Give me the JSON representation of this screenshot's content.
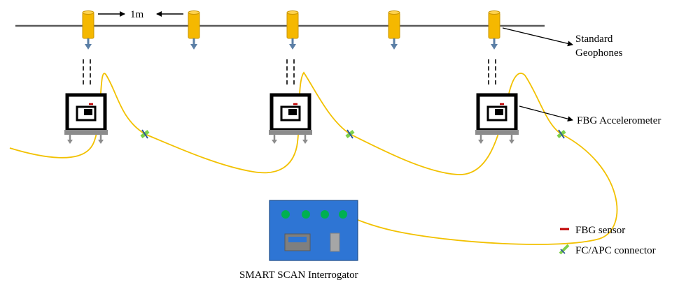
{
  "labels": {
    "spacing": "1m",
    "geophones_line1": "Standard",
    "geophones_line2": "Geophones",
    "accelerometer": "FBG Accelerometer",
    "interrogator": "SMART SCAN Interrogator"
  },
  "legend": {
    "fbg_sensor": "FBG sensor",
    "connector": "FC/APC connector"
  },
  "colors": {
    "geophone_body": "#f5b800",
    "geophone_outline": "#c99500",
    "ground_line": "#595959",
    "spike": "#5b7fa6",
    "fiber": "#f2c100",
    "sensor_frame": "#000000",
    "fbg_mark": "#c00000",
    "base": "#8c8c8c",
    "interrogator_body": "#2e75d4",
    "interrogator_edge": "#1f4e8a",
    "led": "#00b050",
    "connector_green": "#7ed04b",
    "connector_blue": "#2f5597"
  },
  "icons": {
    "geophone": "cylinder-geophone-icon",
    "accelerometer": "square-frame-accelerometer-icon",
    "connector": "crossed-connector-icon",
    "interrogator": "box-with-leds-icon"
  }
}
